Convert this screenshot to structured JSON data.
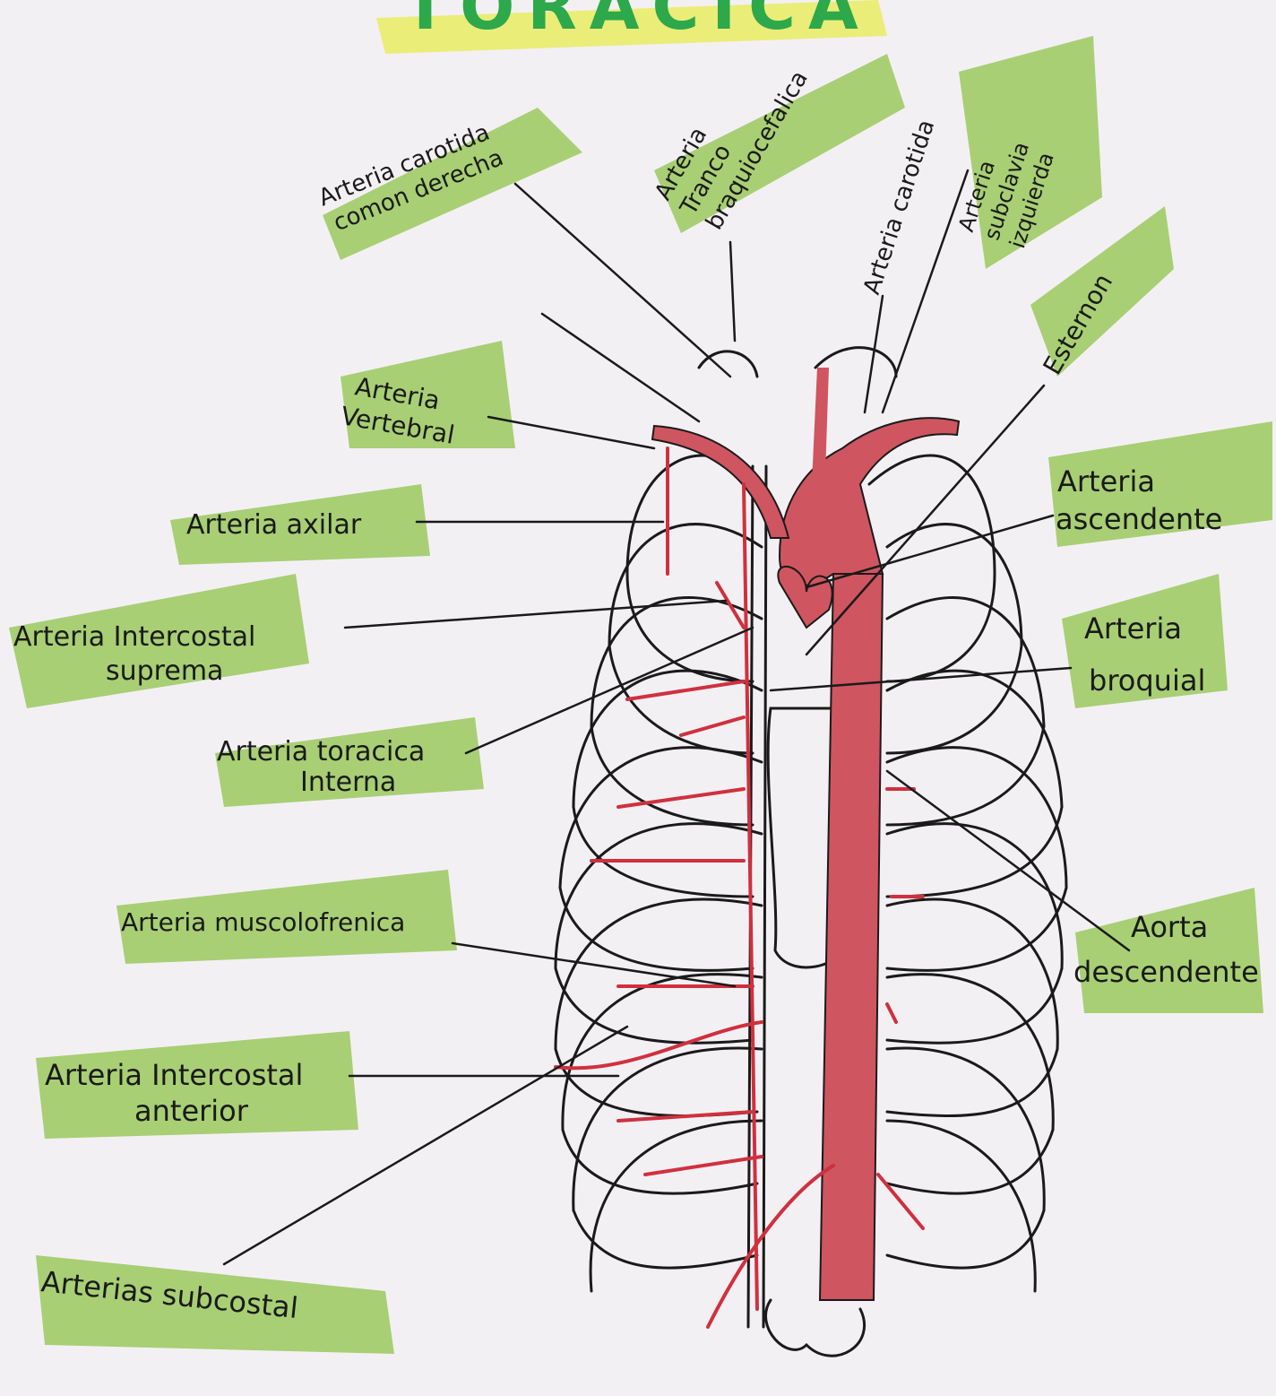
{
  "title": "TORACICA",
  "colors": {
    "paper": "#f3f0f4",
    "ink": "#1a1a1a",
    "artery": "#d0303e",
    "artery_fill": "#cf5560",
    "highlighter": "#8fc44a",
    "title_highlight": "#e9ec6a",
    "title_text": "#2da84a"
  },
  "labels": {
    "carotida_derecha": [
      "Arteria carotida",
      "comon derecha"
    ],
    "tronco": [
      "Arteria",
      "Tranco",
      "braquiocefalica"
    ],
    "carotida": [
      "Arteria carotida"
    ],
    "subclavia": [
      "Arteria",
      "subclavia",
      "izquierda"
    ],
    "esternon": [
      "Esternon"
    ],
    "vertebral": [
      "Arteria",
      "Vertebral"
    ],
    "axilar": [
      "Arteria axilar"
    ],
    "ascendente": [
      "Arteria",
      "ascendente"
    ],
    "intercostal_suprema": [
      "Arteria Intercostal",
      "suprema"
    ],
    "broquial": [
      "Arteria",
      "broquial"
    ],
    "toracica_interna": [
      "Arteria toracica",
      "Interna"
    ],
    "musculofrenica": [
      "Arteria muscolofrenica"
    ],
    "aorta_descendente": [
      "Aorta",
      "descendente"
    ],
    "intercostal_anterior": [
      "Arteria Intercostal",
      "anterior"
    ],
    "subcostal": [
      "Arterias subcostal"
    ]
  }
}
